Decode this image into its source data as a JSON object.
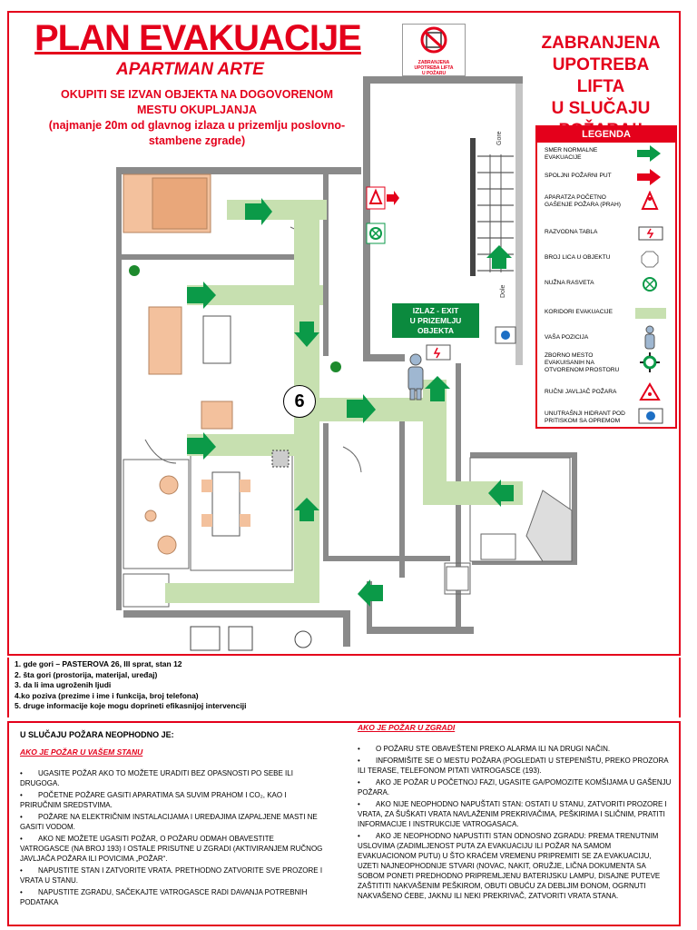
{
  "header": {
    "title": "PLAN EVAKUACIJE",
    "subtitle": "APARTMAN ARTE",
    "instruction_line1": "OKUPITI SE IZVAN OBJEKTA NA DOGOVORENOM",
    "instruction_line2": "MESTU OKUPLJANJA",
    "instruction_line3": "(najmanje 20m od glavnog izlaza u prizemlju poslovno-",
    "instruction_line4": "stambene zgrade)"
  },
  "lift_warning": {
    "line1": "ZABRANJENA",
    "line2": "UPOTREBA LIFTA",
    "line3": "U SLUČAJU",
    "line4": "POŽARA!!",
    "sign_text_line1": "ZABRANJENA",
    "sign_text_line2": "UPOTREBA LIFTA",
    "sign_text_line3": "U POŽARU"
  },
  "legend": {
    "title": "LEGENDA",
    "items": [
      {
        "label": "SMER NORMALNE EVAKUACIJE",
        "icon": "green-arrow-icon"
      },
      {
        "label": "SPOLJNI POŽARNI PUT",
        "icon": "red-arrow-icon"
      },
      {
        "label": "APARATZA POČETNO GAŠENJE POŽARA (PRAH)",
        "icon": "fire-extinguisher-icon"
      },
      {
        "label": "RAZVODNA TABLA",
        "icon": "switchboard-icon"
      },
      {
        "label": "BROJ LICA U OBJEKTU",
        "icon": "occupancy-octagon-icon"
      },
      {
        "label": "NUŽNA RASVETA",
        "icon": "emergency-light-icon"
      },
      {
        "label": "KORIDORI EVAKUACIJE",
        "icon": "corridor-swatch-icon"
      },
      {
        "label": "VAŠA POZICIJA",
        "icon": "person-icon"
      },
      {
        "label": "ZBORNO MESTO EVAKUISANIH NA OTVORENOM PROSTORU",
        "icon": "assembly-point-icon"
      },
      {
        "label": "RUČNI JAVLJAČ POŽARA",
        "icon": "manual-alarm-icon"
      },
      {
        "label": "UNUTRAŠNJI HIDRANT POD PRITISKOM SA OPREMOM",
        "icon": "hydrant-icon"
      }
    ]
  },
  "plan": {
    "exit_line1": "IZLAZ - EXIT",
    "exit_line2": "U PRIZEMLJU",
    "exit_line3": "OBJEKTA",
    "occupancy": "6",
    "stairs_up": "Gore",
    "stairs_down": "Dole",
    "colors": {
      "corridor": "#c7e0b0",
      "arrow": "#0b9a48",
      "alarm": "#e4001b",
      "wall": "#8a8a8a"
    }
  },
  "info": {
    "lines": [
      "1. gde gori – PASTEROVA 26, III sprat, stan 12",
      "2. šta gori (prostorija, materijal, uređaj)",
      "3. da li ima ugroženih ljudi",
      "4.ko poziva (prezime i ime i funkcija, broj telefona)",
      "5. druge informacije koje mogu doprineti efikasnijoj intervenciji"
    ]
  },
  "left_column": {
    "heading": "U SLUČAJU POŽARA NEOPHODNO JE:",
    "subheading": "AKO JE POŽAR U VAŠEM STANU",
    "items": [
      "UGASITE POŽAR AKO TO MOŽETE URADITI BEZ OPASNOSTI PO SEBE ILI DRUGOGA.",
      "POČETNE POŽARE GASITI APARATIMA SA SUVIM PRAHOM I CO₂, KAO I PRIRUČNIM SREDSTVIMA.",
      "POŽARE NA ELEKTRIČNIM INSTALACIJAMA I UREĐAJIMA IZAPALJENE MASTI NE GASITI VODOM.",
      "AKO NE MOŽETE UGASITI POŽAR, O POŽARU ODMAH OBAVESTITE VATROGASCE (NA BROJ 193) I OSTALE PRISUTNE U ZGRADI (AKTIVIRANJEM RUČNOG JAVLJAČA POŽARA ILI POVICIMA „POŽAR“.",
      "NAPUSTITE STAN I ZATVORITE VRATA. PRETHODNO ZATVORITE SVE PROZORE I VRATA U STANU.",
      "NAPUSTITE ZGRADU, SAČEKAJTE VATROGASCE RADI DAVANJA POTREBNIH PODATAKA"
    ]
  },
  "right_column": {
    "subheading": "AKO JE POŽAR U ZGRADI",
    "items": [
      "O POŽARU STE OBAVEŠTENI PREKO ALARMA ILI NA DRUGI NAČIN.",
      "INFORMIŠITE SE O MESTU POŽARA (POGLEDATI U STEPENIŠTU, PREKO PROZORA ILI TERASE, TELEFONOM PITATI VATROGASCE (193).",
      "AKO JE POŽAR U POČETNOJ FAZI, UGASITE GA/POMOZITE KOMŠIJAMA U GAŠENJU POŽARA.",
      "AKO NIJE NEOPHODNO NAPUŠTATI STAN: OSTATI U STANU, ZATVORITI PROZORE I VRATA, ZA ŠUŠKATI VRATA NAVLAŽENIM PREKRIVAČIMA, PEŠKIRIMA I SLIČNIM, PRATITI INFORMACIJE I INSTRUKCIJE VATROGASACA.",
      "AKO JE NEOPHODNO NAPUSTITI STAN ODNOSNO ZGRADU: PREMA TRENUTNIM USLOVIMA (ZADIMLJENOST PUTA ZA EVAKUACIJU ILI POŽAR NA SAMOM EVAKUACIONOM PUTU) U ŠTO KRAĆEM VREMENU PRIPREMITI SE ZA EVAKUACIJU, UZETI NAJNEOPHODNIJE STVARI (NOVAC, NAKIT, ORUŽJE, LIČNA DOKUMENTA SA SOBOM PONETI PREDHODNO PRIPREMLJENU BATERIJSKU LAMPU, DISAJNE PUTEVE ZAŠTITITI NAKVAŠENIM PEŠKIROM, OBUTI OBUĆU ZA DEBLJIM ĐONOM, OGRNUTI NAKVAŠENO ĆEBE, JAKNU ILI NEKI PREKRIVAČ, ZATVORITI VRATA STANA."
    ]
  }
}
